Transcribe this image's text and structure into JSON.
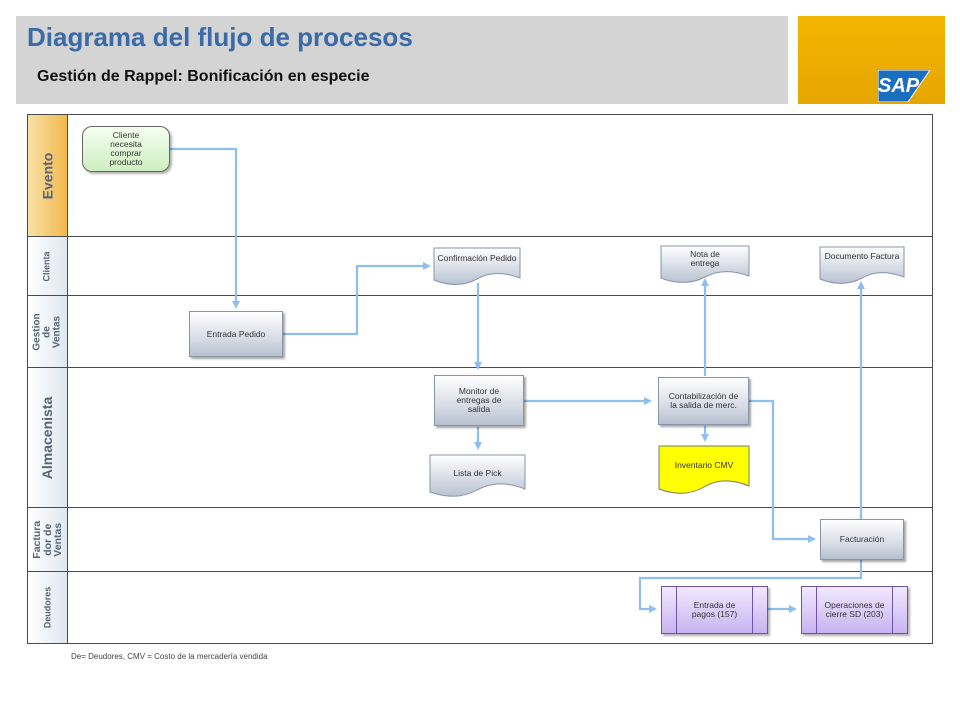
{
  "header": {
    "title": "Diagrama del flujo de procesos",
    "subtitle": "Gestión de Rappel: Bonificación en especie",
    "logo_text": "SAP",
    "accent_color": "#3a6aa8",
    "logo_color": "#f0b400"
  },
  "lanes": [
    {
      "id": "evento",
      "label": "Evento"
    },
    {
      "id": "clienta",
      "label": "Clienta"
    },
    {
      "id": "gestion",
      "label": "Gestion de Ventas"
    },
    {
      "id": "almacenista",
      "label": "Almacenista"
    },
    {
      "id": "facturador",
      "label": "Factura dor de Ventas"
    },
    {
      "id": "deudores",
      "label": "Deudores"
    }
  ],
  "nodes": {
    "cliente_necesita": "Cliente necesita comprar producto",
    "entrada_pedido": "Entrada Pedido",
    "confirmacion_pedido": "Confirmación Pedido",
    "monitor_entregas": "Monitor de entregas de salida",
    "lista_pick": "Lista de Pick",
    "nota_entrega": "Nota de entrega",
    "contabilizacion": "Contabilización de la salida de merc.",
    "inventario_cmv": "Inventario CMV",
    "documento_factura": "Documento Factura",
    "facturacion": "Facturación",
    "entrada_pagos": "Entrada de pagos (157)",
    "operaciones_cierre": "Operaciones de cierre SD (203)"
  },
  "colors": {
    "connector": "#8fbff0",
    "task_fill": "#c8cfdc",
    "event_fill": "#d6f2c9",
    "highlight_doc_fill": "#ffff00",
    "purple_fill": "#d3c2f5"
  },
  "footnote": "De= Deudores, CMV = Costo de la mercadería vendida"
}
